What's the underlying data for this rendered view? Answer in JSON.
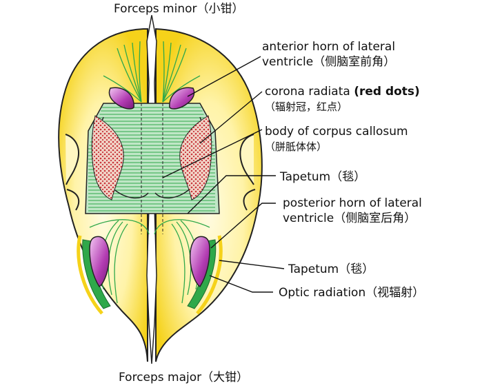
{
  "labels": {
    "forceps_minor": "Forceps minor（小钳）",
    "anterior_horn_line1": "anterior horn of lateral",
    "anterior_horn_line2": "ventricle（侧脑室前角）",
    "corona_radiata_en": "corona radiata",
    "corona_radiata_bold": "(red dots)",
    "corona_radiata_zh": "（辐射冠，红点）",
    "body_corpus_callosum_en": "body of corpus callosum",
    "body_corpus_callosum_zh": "（胼胝体体）",
    "tapetum_upper": "Tapetum（毯）",
    "posterior_horn_line1": "posterior horn of lateral",
    "posterior_horn_line2": "ventricle（侧脑室后角）",
    "tapetum_lower": "Tapetum（毯）",
    "optic_radiation": "Optic radiation（视辐射）",
    "forceps_major": "Forceps major（大钳）"
  },
  "colors": {
    "hemisphere_yellow": "#f5d21a",
    "hemisphere_light": "#fff7c2",
    "fiber_green": "#2fa84a",
    "fiber_light": "#bfe6c6",
    "ventricle_purple": "#a02aa0",
    "corona_red": "#c8343a",
    "outline": "#222222"
  }
}
